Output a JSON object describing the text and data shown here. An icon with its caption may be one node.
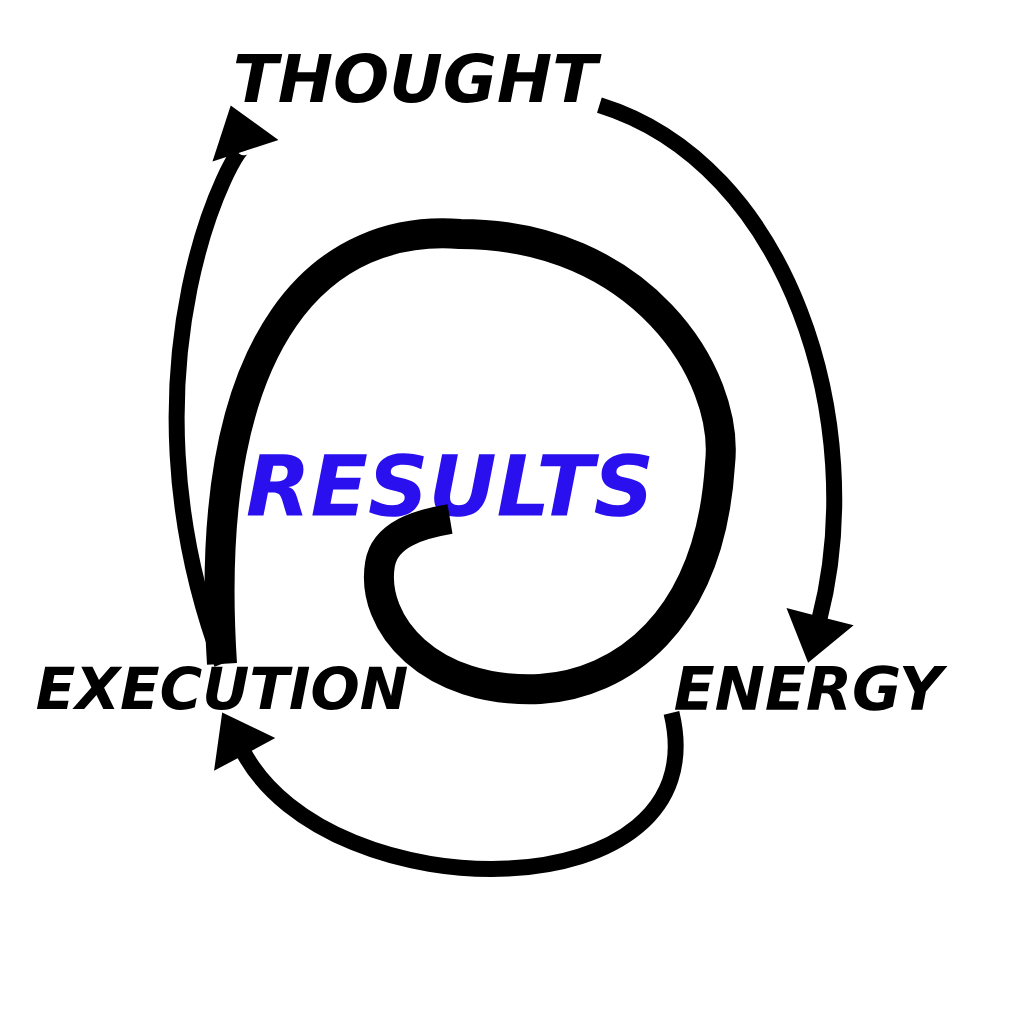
{
  "diagram": {
    "nodes": [
      {
        "text": [
          "THOUGHT"
        ]
      },
      {
        "text": [
          "ENERGY"
        ]
      },
      {
        "text": [
          "EXECUTION"
        ]
      },
      {
        "text": [
          "RESULTS"
        ]
      }
    ],
    "edges": [
      {
        "from": 0,
        "to": 1,
        "arrow": "to"
      },
      {
        "from": 1,
        "to": 2,
        "arrow": "to"
      },
      {
        "from": 2,
        "to": 0,
        "arrow": "to"
      },
      {
        "from": 2,
        "to": 3,
        "arrow": "none",
        "style": "thick"
      }
    ]
  }
}
